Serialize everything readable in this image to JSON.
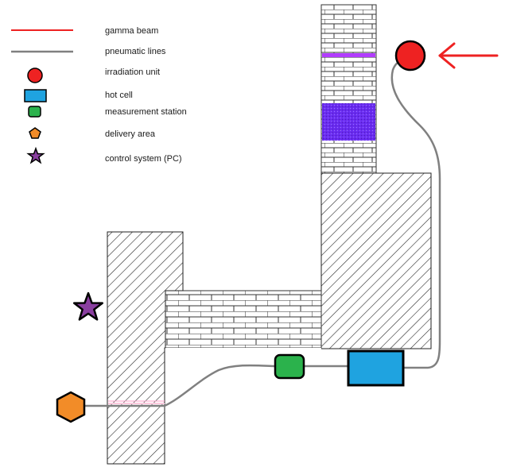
{
  "legend": {
    "items": [
      {
        "label": "gamma beam",
        "icon": "red-line-icon",
        "color": "#ee2222"
      },
      {
        "label": "pneumatic lines",
        "icon": "gray-line-icon",
        "color": "#808080"
      },
      {
        "label": "irradiation unit",
        "icon": "red-circle-icon",
        "color": "#ee2222"
      },
      {
        "label": "hot cell",
        "icon": "blue-rectangle-icon",
        "color": "#1fa3e0"
      },
      {
        "label": "measurement station",
        "icon": "green-rounded-square-icon",
        "color": "#2bb24c"
      },
      {
        "label": "delivery area",
        "icon": "orange-pentagon-icon",
        "color": "#f28c28"
      },
      {
        "label": "control system (PC)",
        "icon": "purple-star-icon",
        "color": "#8a3fa0"
      }
    ]
  },
  "colors": {
    "gamma_beam": "#ee2222",
    "pneumatic_line": "#808080",
    "irradiation_unit": "#ee2222",
    "hot_cell": "#1fa3e0",
    "measurement_station": "#2bb24c",
    "delivery_area": "#f28c28",
    "control_system": "#8a3fa0",
    "shield_block": "#6a2cf0"
  }
}
